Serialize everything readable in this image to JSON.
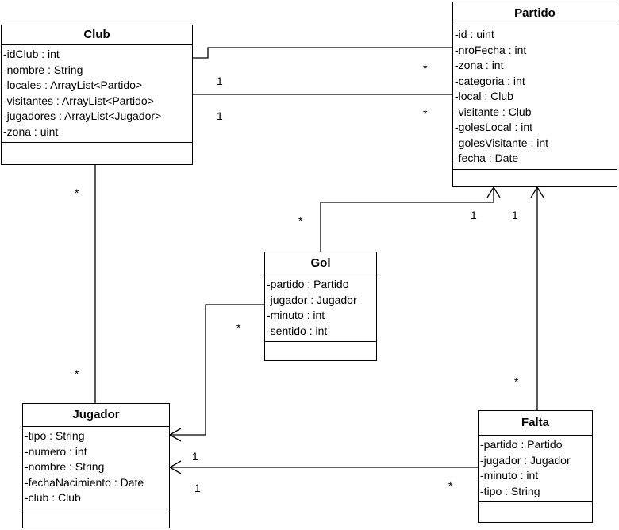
{
  "classes": {
    "club": {
      "name": "Club",
      "attributes": [
        "-idClub : int",
        "-nombre : String",
        "-locales : ArrayList<Partido>",
        "-visitantes : ArrayList<Partido>",
        "-jugadores : ArrayList<Jugador>",
        "-zona : uint"
      ]
    },
    "partido": {
      "name": "Partido",
      "attributes": [
        "-id : uint",
        "-nroFecha : int",
        "-zona : int",
        "-categoria : int",
        "-local : Club",
        "-visitante : Club",
        "-golesLocal : int",
        "-golesVisitante : int",
        "-fecha : Date"
      ]
    },
    "gol": {
      "name": "Gol",
      "attributes": [
        "-partido : Partido",
        "-jugador : Jugador",
        "-minuto : int",
        "-sentido : int"
      ]
    },
    "jugador": {
      "name": "Jugador",
      "attributes": [
        "-tipo : String",
        "-numero : int",
        "-nombre : String",
        "-fechaNacimiento : Date",
        "-club : Club"
      ]
    },
    "falta": {
      "name": "Falta",
      "attributes": [
        "-partido : Partido",
        "-jugador : Jugador",
        "-minuto : int",
        "-tipo : String"
      ]
    }
  },
  "multiplicities": {
    "club_partido_local_club": "1",
    "club_partido_local_partido": "*",
    "club_partido_visit_club": "1",
    "club_partido_visit_partido": "*",
    "club_jugador_club": "*",
    "club_jugador_jugador": "*",
    "gol_partido_gol": "*",
    "gol_partido_partido": "1",
    "falta_partido_falta": "*",
    "falta_partido_partido": "1",
    "gol_jugador_gol": "*",
    "falta_jugador_jugador": "1",
    "falta_jugador_jugador_b": "1",
    "falta_jugador_falta": "*"
  }
}
